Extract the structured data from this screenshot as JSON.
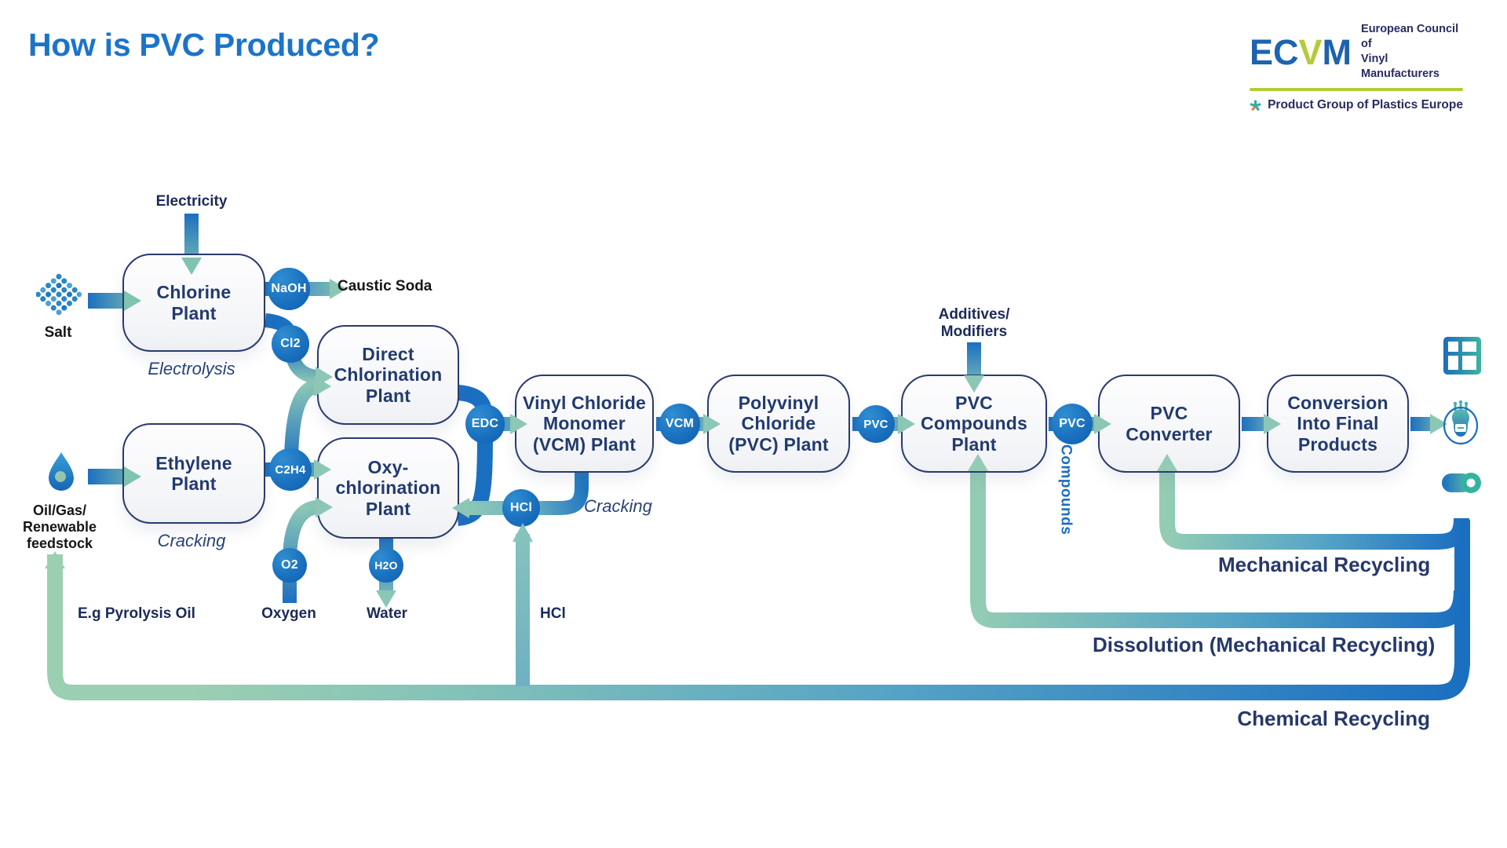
{
  "title": "How is PVC Produced?",
  "logo": {
    "ec": "EC",
    "v": "V",
    "m": "M",
    "tagline": "European Council of\nVinyl Manufacturers",
    "product_group": "Product Group of Plastics Europe"
  },
  "plants": {
    "chlorine": "Chlorine\nPlant",
    "direct": "Direct\nChlorination\nPlant",
    "oxy": "Oxy-\nchlorination\nPlant",
    "ethylene": "Ethylene\nPlant",
    "vcm": "Vinyl Chloride\nMonomer\n(VCM) Plant",
    "pvc": "Polyvinyl\nChloride\n(PVC) Plant",
    "compounds": "PVC\nCompounds\nPlant",
    "converter": "PVC\nConverter",
    "conversion": "Conversion\nInto Final\nProducts"
  },
  "nodes": {
    "naoh": "NaOH",
    "cl2": "Cl2",
    "c2h4": "C2H4",
    "o2": "O2",
    "h2o": "H2O",
    "edc": "EDC",
    "hcl": "HCl",
    "vcm": "VCM",
    "pvc1": "PVC",
    "pvc2": "PVC"
  },
  "labels": {
    "electricity": "Electricity",
    "salt": "Salt",
    "caustic_soda": "Caustic Soda",
    "electrolysis": "Electrolysis",
    "oil_gas": "Oil/Gas/\nRenewable\nfeedstock",
    "cracking_ethylene": "Cracking",
    "eg_pyrolysis_oil": "E.g Pyrolysis Oil",
    "oxygen": "Oxygen",
    "water": "Water",
    "hcl": "HCl",
    "cracking_vcm": "Cracking",
    "additives": "Additives/\nModifiers",
    "compounds": "Compounds"
  },
  "recycling": {
    "mechanical": "Mechanical Recycling",
    "dissolution": "Dissolution (Mechanical Recycling)",
    "chemical": "Chemical Recycling"
  },
  "icons": [
    "salt-dots-icon",
    "oil-drop-icon",
    "window-icon",
    "guitar-icon",
    "roll-icon",
    "star-icon"
  ],
  "colors": {
    "accent_blue": "#1b6fc0",
    "navy": "#26386b",
    "green": "#93ccb4",
    "teal": "#58a6c6",
    "lime": "#b5cb3a",
    "circle_blue": "#1a71bf"
  }
}
